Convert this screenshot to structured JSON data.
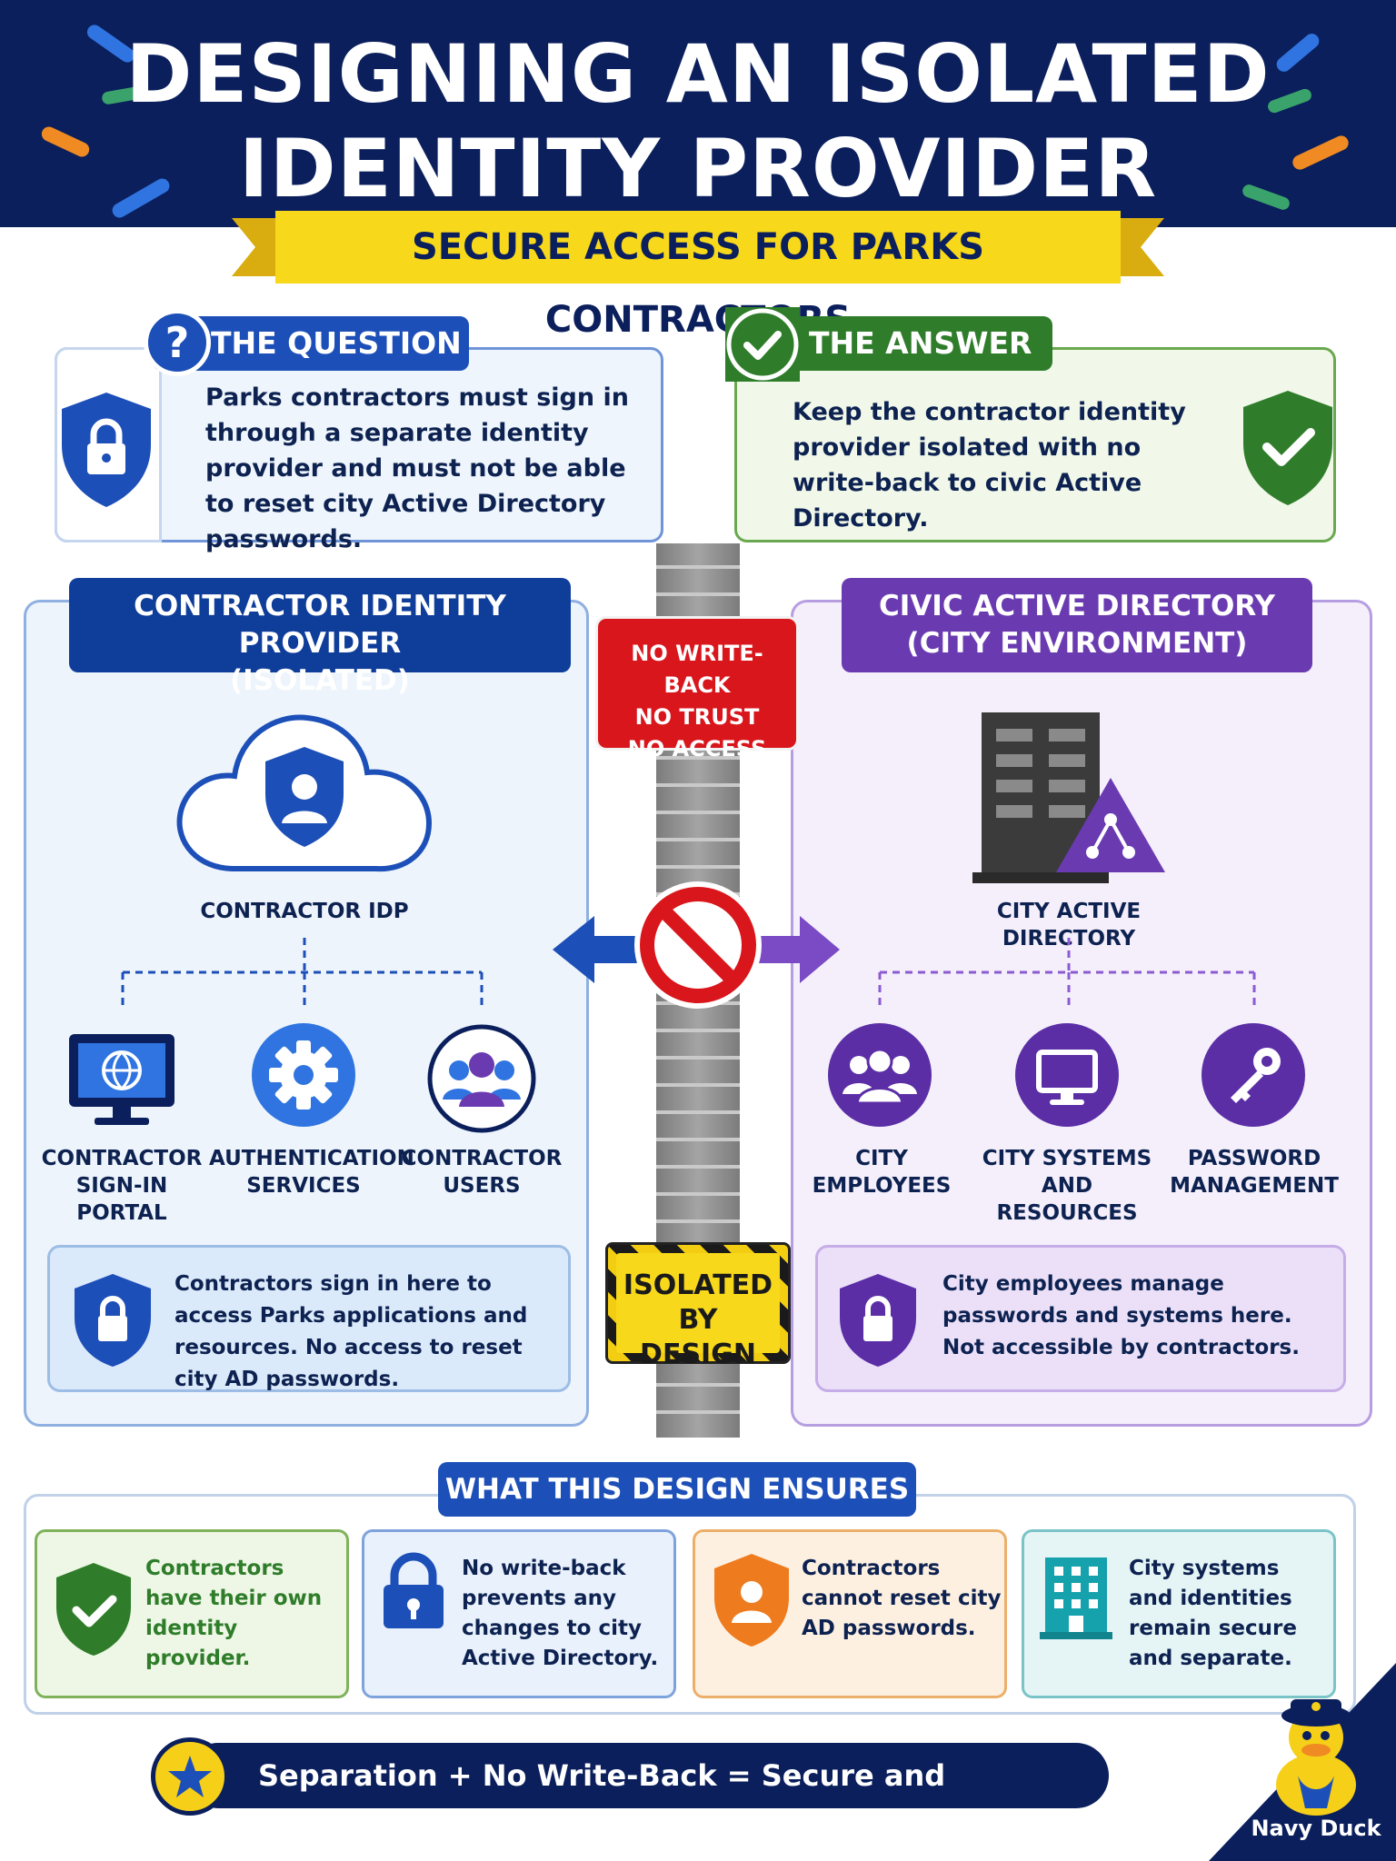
{
  "header": {
    "title_line1": "DESIGNING AN ISOLATED",
    "title_line2": "IDENTITY PROVIDER",
    "subtitle": "SECURE ACCESS FOR PARKS CONTRACTORS"
  },
  "question": {
    "label": "THE QUESTION",
    "badge": "?",
    "text": "Parks contractors must sign in through a separate identity provider and must not be able to reset city Active Directory passwords."
  },
  "answer": {
    "label": "THE ANSWER",
    "text": "Keep the contractor identity provider isolated with no write-back to civic Active Directory."
  },
  "left_panel": {
    "title_line1": "CONTRACTOR IDENTITY PROVIDER",
    "title_line2": "(ISOLATED)",
    "main_node": "CONTRACTOR IDP",
    "nodes": [
      {
        "line1": "CONTRACTOR",
        "line2": "SIGN-IN PORTAL",
        "icon": "monitor-globe-icon"
      },
      {
        "line1": "AUTHENTICATION",
        "line2": "SERVICES",
        "icon": "gear-icon"
      },
      {
        "line1": "CONTRACTOR",
        "line2": "USERS",
        "icon": "users-icon"
      }
    ],
    "info": "Contractors sign in here to access Parks applications and resources. No access to reset city AD passwords."
  },
  "right_panel": {
    "title_line1": "CIVIC ACTIVE DIRECTORY",
    "title_line2": "(CITY ENVIRONMENT)",
    "main_node": "CITY ACTIVE DIRECTORY",
    "nodes": [
      {
        "line1": "CITY EMPLOYEES",
        "line2": "",
        "icon": "people-icon"
      },
      {
        "line1": "CITY SYSTEMS",
        "line2": "AND RESOURCES",
        "icon": "monitor-icon"
      },
      {
        "line1": "PASSWORD",
        "line2": "MANAGEMENT",
        "icon": "key-icon"
      }
    ],
    "info": "City employees manage passwords and systems here. Not accessible by contractors."
  },
  "wall": {
    "sign_line1": "NO WRITE-BACK",
    "sign_line2": "NO TRUST",
    "sign_line3": "NO ACCESS",
    "isolated_line1": "ISOLATED",
    "isolated_line2": "BY DESIGN"
  },
  "ensures": {
    "title": "WHAT THIS DESIGN ENSURES",
    "items": [
      {
        "text": "Contractors have their own identity provider.",
        "icon": "shield-check-icon"
      },
      {
        "text": "No write-back prevents any changes to city Active Directory.",
        "icon": "lock-icon"
      },
      {
        "text": "Contractors cannot reset city AD passwords.",
        "icon": "user-shield-icon"
      },
      {
        "text": "City systems and identities remain secure and separate.",
        "icon": "building-icon"
      }
    ]
  },
  "footer": {
    "text": "Separation + No Write-Back = Secure and Compliant Access",
    "mascot_name": "Navy Duck"
  },
  "colors": {
    "navy": "#0b1f5c",
    "blue": "#1d4fb8",
    "green": "#2f7d2a",
    "purple": "#6a3bb0",
    "red": "#d9161c",
    "yellow": "#f6cf18"
  }
}
